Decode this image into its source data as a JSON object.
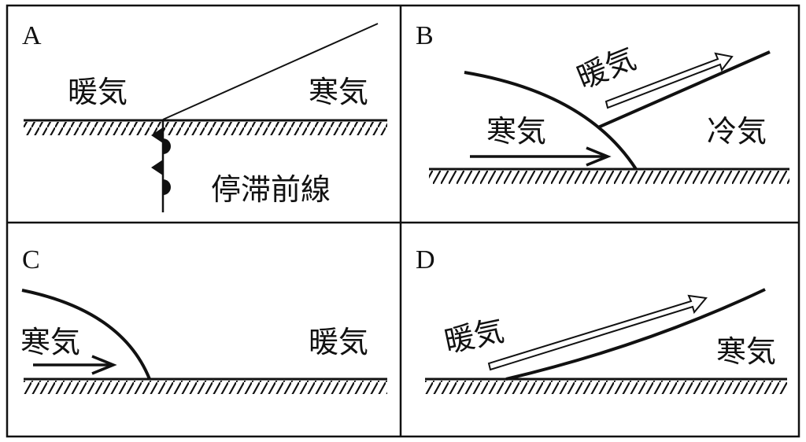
{
  "panels": {
    "A": {
      "letter": "A",
      "warm_air": "暖気",
      "cold_air": "寒気",
      "front_name": "停滞前線"
    },
    "B": {
      "letter": "B",
      "warm_air": "暖気",
      "cold_air": "寒気",
      "chilly_air": "冷気"
    },
    "C": {
      "letter": "C",
      "cold_air": "寒気",
      "warm_air": "暖気"
    },
    "D": {
      "letter": "D",
      "warm_air": "暖気",
      "cold_air": "寒気"
    }
  },
  "colors": {
    "ink": "#111111",
    "background": "#ffffff"
  }
}
